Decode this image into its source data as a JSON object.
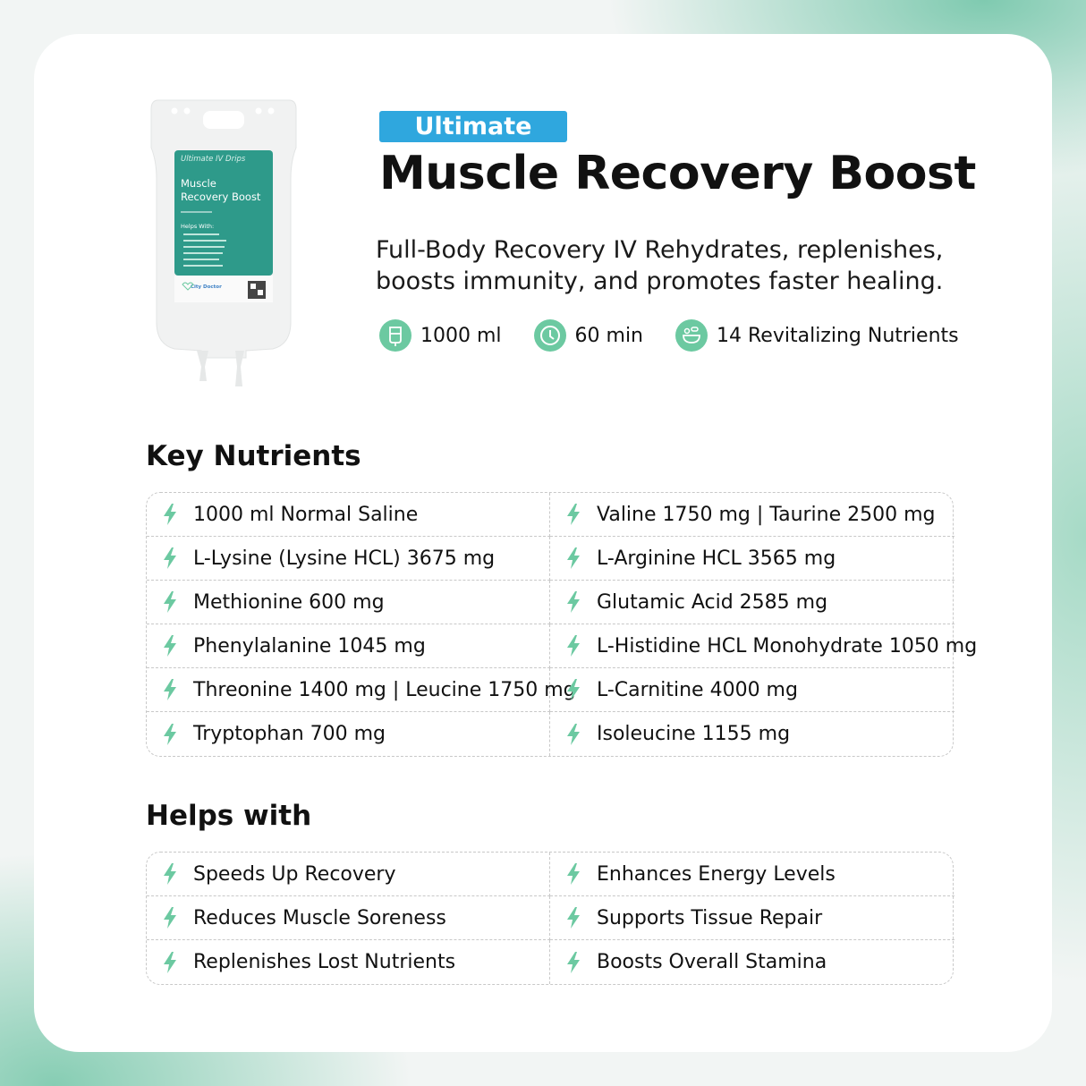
{
  "product": {
    "badge": "Ultimate",
    "title": "Muscle Recovery Boost",
    "description": "Full-Body Recovery IV Rehydrates, replenishes, boosts immunity, and promotes faster healing.",
    "specs": [
      {
        "icon": "iv-bag-icon",
        "label": "1000 ml"
      },
      {
        "icon": "clock-icon",
        "label": "60 min"
      },
      {
        "icon": "nutrient-bowl-icon",
        "label": "14 Revitalizing Nutrients"
      }
    ]
  },
  "bag_label": {
    "brand_line": "Ultimate IV Drips",
    "name_line1": "Muscle",
    "name_line2": "Recovery Boost",
    "helps_heading": "Helps With:",
    "logo": "City Doctor"
  },
  "key_nutrients": {
    "heading": "Key Nutrients",
    "items": [
      "1000 ml Normal Saline",
      "Valine 1750 mg | Taurine 2500 mg",
      "L-Lysine (Lysine HCL) 3675 mg",
      "L-Arginine HCL 3565 mg",
      "Methionine 600 mg",
      "Glutamic Acid 2585 mg",
      "Phenylalanine 1045 mg",
      "L-Histidine HCL Monohydrate 1050 mg",
      "Threonine 1400 mg | Leucine 1750 mg",
      "L-Carnitine 4000 mg",
      "Tryptophan 700 mg",
      "Isoleucine 1155 mg"
    ]
  },
  "helps_with": {
    "heading": "Helps with",
    "items": [
      "Speeds Up Recovery",
      "Enhances Energy Levels",
      "Reduces Muscle Soreness",
      "Supports Tissue Repair",
      "Replenishes Lost Nutrients",
      "Boosts Overall Stamina"
    ]
  },
  "colors": {
    "accent": "#6cc9a1",
    "badge": "#2fa7de",
    "label": "#2e9a8a"
  }
}
